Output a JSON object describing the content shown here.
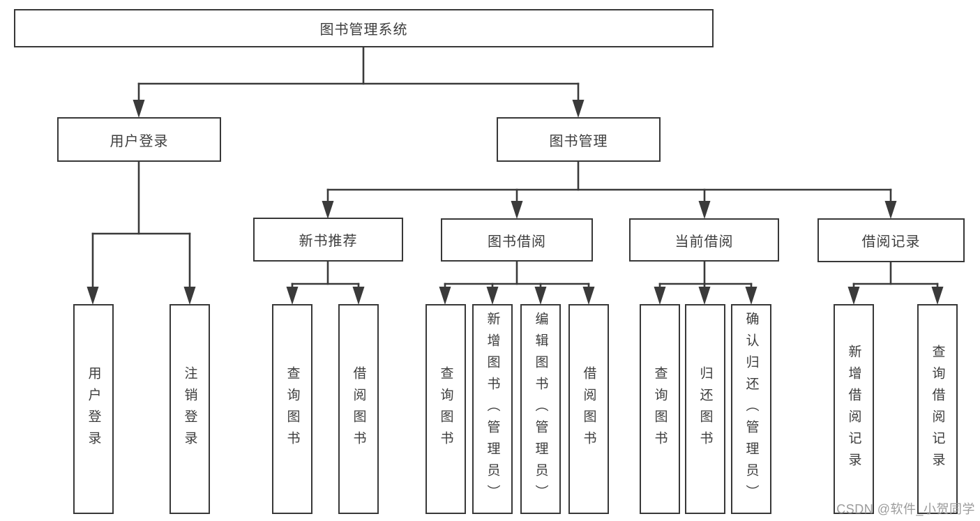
{
  "colors": {
    "line": "#3a3a3a",
    "border": "#383838",
    "text": "#3d3d3d",
    "watermark": "#9b9b9b",
    "background": "#ffffff"
  },
  "root": {
    "label": "图书管理系统"
  },
  "branches": [
    {
      "label": "用户登录",
      "leaves": [
        {
          "label": "用户登录"
        },
        {
          "label": "注销登录"
        }
      ]
    },
    {
      "label": "图书管理",
      "groups": [
        {
          "label": "新书推荐",
          "leaves": [
            {
              "label": "查询图书"
            },
            {
              "label": "借阅图书"
            }
          ]
        },
        {
          "label": "图书借阅",
          "leaves": [
            {
              "label": "查询图书"
            },
            {
              "label": "新增图书（管理员）"
            },
            {
              "label": "编辑图书（管理员）"
            },
            {
              "label": "借阅图书"
            }
          ]
        },
        {
          "label": "当前借阅",
          "leaves": [
            {
              "label": "查询图书"
            },
            {
              "label": "归还图书"
            },
            {
              "label": "确认归还（管理员）"
            }
          ]
        },
        {
          "label": "借阅记录",
          "leaves": [
            {
              "label": "新增借阅记录"
            },
            {
              "label": "查询借阅记录"
            }
          ]
        }
      ]
    }
  ],
  "watermark": {
    "label": "CSDN @软件_小贺同学"
  }
}
